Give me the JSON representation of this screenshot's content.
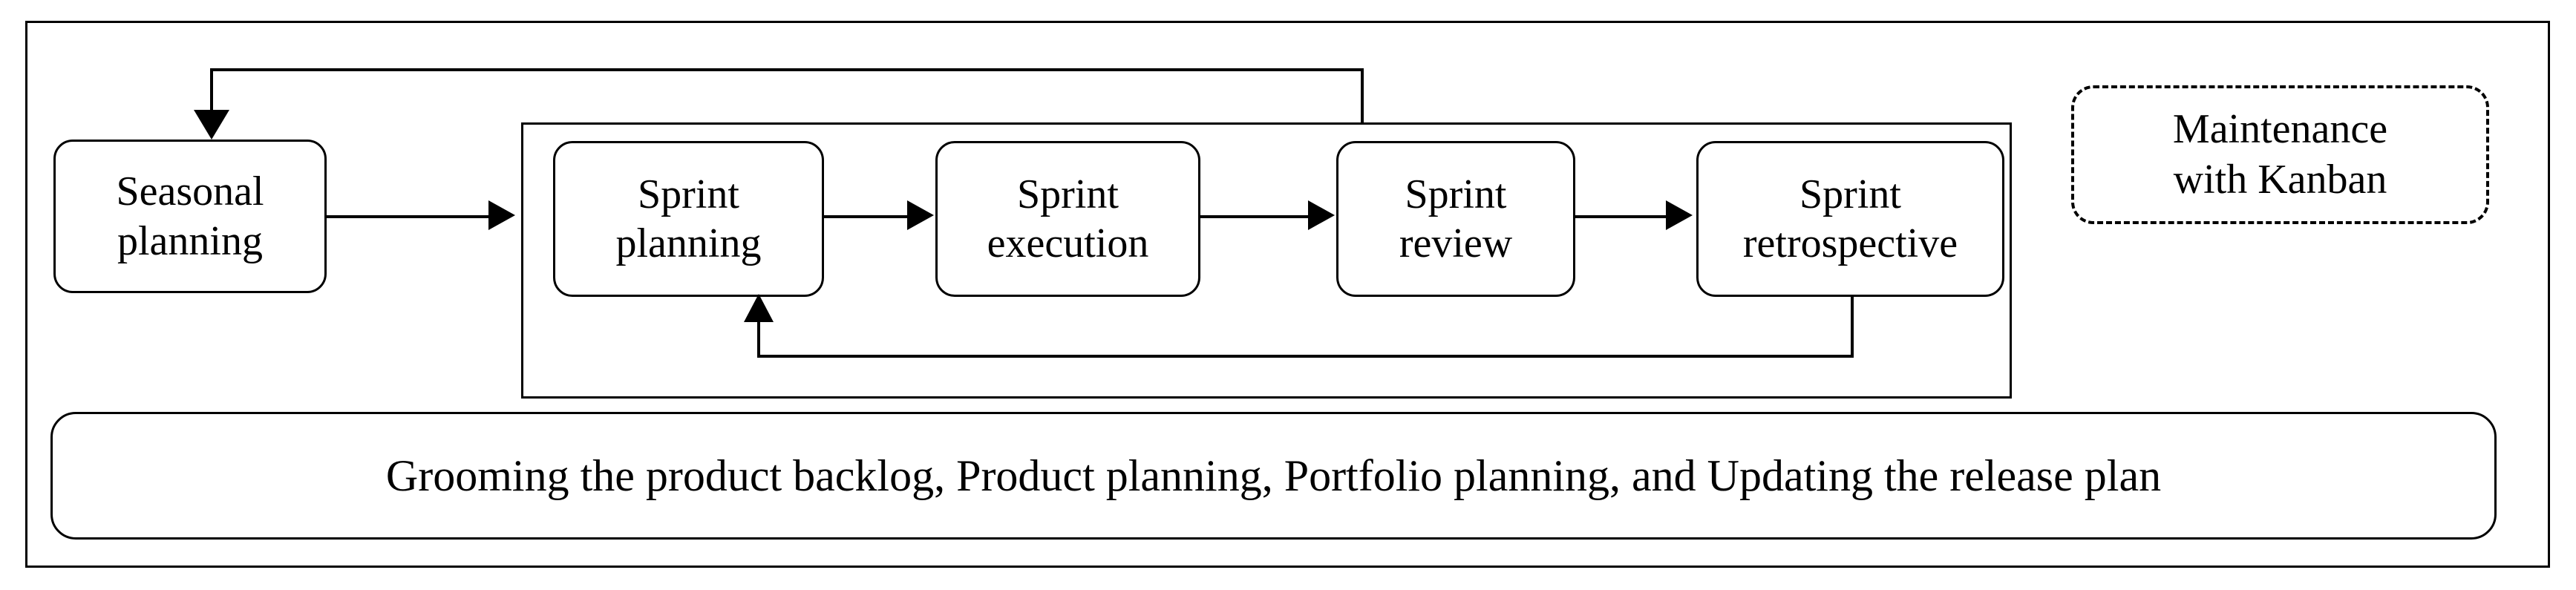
{
  "diagram": {
    "title": "Agile process flow with Scrum sprint cycle and Kanban maintenance",
    "stroke_color": "#000000",
    "background_color": "#ffffff",
    "boxes": {
      "seasonal_planning": {
        "label": "Seasonal\nplanning",
        "line1": "Seasonal",
        "line2": "planning",
        "shape": "rounded-rectangle",
        "border_style": "solid"
      },
      "sprint_planning": {
        "label": "Sprint\nplanning",
        "line1": "Sprint",
        "line2": "planning",
        "shape": "rounded-rectangle",
        "border_style": "solid"
      },
      "sprint_execution": {
        "label": "Sprint\nexecution",
        "line1": "Sprint",
        "line2": "execution",
        "shape": "rounded-rectangle",
        "border_style": "solid"
      },
      "sprint_review": {
        "label": "Sprint\nreview",
        "line1": "Sprint",
        "line2": "review",
        "shape": "rounded-rectangle",
        "border_style": "solid"
      },
      "sprint_retrospective": {
        "label": "Sprint\nretrospective",
        "line1": "Sprint",
        "line2": "retrospective",
        "shape": "rounded-rectangle",
        "border_style": "solid"
      },
      "maintenance": {
        "label": "Maintenance\nwith Kanban",
        "line1": "Maintenance",
        "line2": "with Kanban",
        "shape": "rounded-rectangle",
        "border_style": "dashed"
      },
      "bottom_bar": {
        "label": "Grooming the product backlog, Product planning, Portfolio planning, and Updating the release plan",
        "shape": "rounded-rectangle",
        "border_style": "solid"
      }
    },
    "groups": {
      "sprint_cycle": {
        "label": "",
        "shape": "rectangle",
        "border_style": "solid"
      }
    },
    "connectors": [
      {
        "name": "seasonal-to-sprint-planning",
        "from": "seasonal_planning",
        "to": "sprint_planning",
        "direction": "right",
        "style": "solid"
      },
      {
        "name": "sprint-planning-to-execution",
        "from": "sprint_planning",
        "to": "sprint_execution",
        "direction": "right",
        "style": "solid"
      },
      {
        "name": "sprint-execution-to-review",
        "from": "sprint_execution",
        "to": "sprint_review",
        "direction": "right",
        "style": "solid"
      },
      {
        "name": "sprint-review-to-retrospective",
        "from": "sprint_review",
        "to": "sprint_retrospective",
        "direction": "right",
        "style": "solid"
      },
      {
        "name": "sprint-cycle-feedback-to-seasonal",
        "from": "sprint_cycle",
        "to": "seasonal_planning",
        "direction": "up-left-down",
        "style": "solid"
      },
      {
        "name": "retrospective-feedback-to-sprint-planning",
        "from": "sprint_retrospective",
        "to": "sprint_planning",
        "direction": "down-left-up",
        "style": "solid"
      }
    ]
  }
}
